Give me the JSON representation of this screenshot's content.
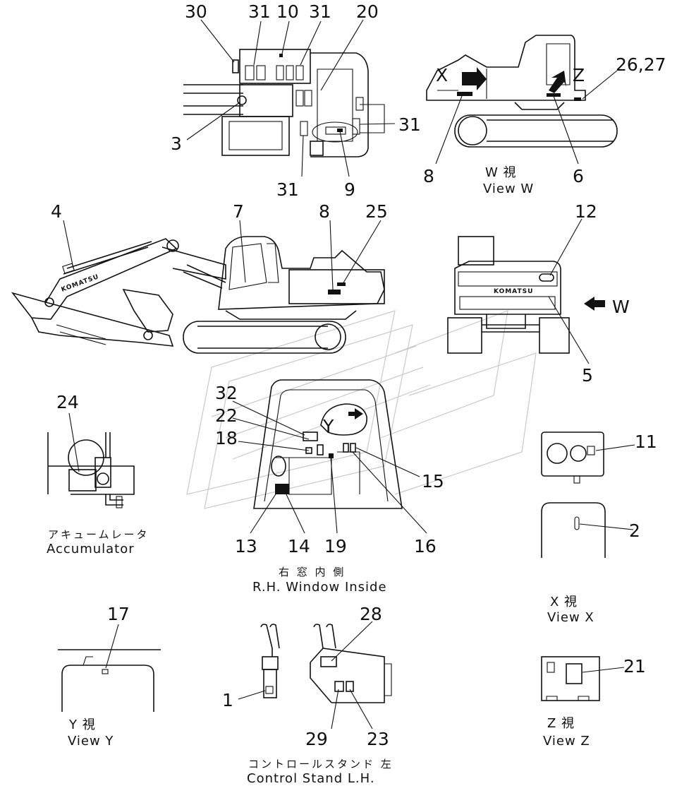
{
  "callouts": {
    "n30": "30",
    "n31a": "31",
    "n10": "10",
    "n31b": "31",
    "n20": "20",
    "n3": "3",
    "n31c": "31",
    "n31d": "31",
    "n9": "9",
    "n26_27": "26,27",
    "n8a": "8",
    "n6": "6",
    "x_letter": "X",
    "z_letter": "Z",
    "n4": "4",
    "n7": "7",
    "n8b": "8",
    "n25": "25",
    "n12": "12",
    "n5": "5",
    "w_letter": "W",
    "n24": "24",
    "n32": "32",
    "n22": "22",
    "n18": "18",
    "n15": "15",
    "n13": "13",
    "n14": "14",
    "n19": "19",
    "n16": "16",
    "y_letter": "Y",
    "n11": "11",
    "n2": "2",
    "n17": "17",
    "n28": "28",
    "n1": "1",
    "n29": "29",
    "n23": "23",
    "n21": "21"
  },
  "brand": {
    "komatsu_boom": "KOMATSU",
    "komatsu_rear": "KOMATSU"
  },
  "captions": {
    "view_w_jp": "W 視",
    "view_w_en": "View W",
    "accumulator_jp": "アキュームレータ",
    "accumulator_en": "Accumulator",
    "rh_window_jp": "右 窓 内 側",
    "rh_window_en": "R.H. Window Inside",
    "view_x_jp": "X 視",
    "view_x_en": "View X",
    "view_y_jp": "Y 視",
    "view_y_en": "View Y",
    "control_stand_jp": "コントロールスタンド 左",
    "control_stand_en": "Control Stand L.H.",
    "view_z_jp": "Z 視",
    "view_z_en": "View Z"
  }
}
